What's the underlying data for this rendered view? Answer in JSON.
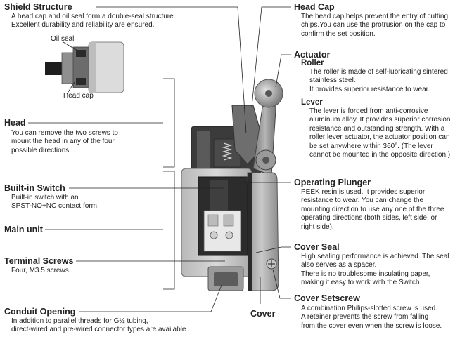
{
  "callouts": {
    "shield_structure": {
      "title": "Shield Structure",
      "lines": [
        "A head cap and oil seal form a double-seal structure.",
        "Excellent durability and reliability are ensured."
      ],
      "inset_labels": {
        "oil_seal": "Oil seal",
        "head_cap": "Head cap"
      }
    },
    "head": {
      "title": "Head",
      "lines": [
        "You can remove the two screws to",
        "mount the head in any of the four",
        "possible directions."
      ]
    },
    "builtin_switch": {
      "title": "Built-in Switch",
      "lines": [
        "Built-in switch with an",
        "SPST-NO+NC contact form."
      ]
    },
    "main_unit": {
      "title": "Main unit"
    },
    "terminal_screws": {
      "title": "Terminal Screws",
      "lines": [
        "Four, M3.5 screws."
      ]
    },
    "conduit_opening": {
      "title": "Conduit Opening",
      "lines": [
        "In addition to parallel threads for G½ tubing,",
        "direct-wired and pre-wired connector types are available."
      ]
    },
    "head_cap": {
      "title": "Head Cap",
      "lines": [
        "The head cap helps prevent the entry of cutting",
        "chips.You can use the protrusion on the cap to",
        "confirm the set position."
      ]
    },
    "actuator": {
      "title": "Actuator",
      "roller": {
        "title": "Roller",
        "lines": [
          "The roller is made of self-lubricating sintered",
          "stainless steel.",
          "It provides superior resistance to wear."
        ]
      },
      "lever": {
        "title": "Lever",
        "lines": [
          "The lever is forged from anti-corrosive",
          "aluminum alloy. It provides superior corrosion",
          "resistance and outstanding strength. With a",
          "roller lever actuator, the actuator position can",
          "be set anywhere within 360°. (The lever",
          "cannot be mounted in the opposite direction.)"
        ]
      }
    },
    "operating_plunger": {
      "title": "Operating Plunger",
      "lines": [
        "PEEK resin is used. It provides superior",
        "resistance to wear. You can change the",
        "mounting direction to use any one of the three",
        "operating directions (both sides, left side, or",
        "right side)."
      ]
    },
    "cover_seal": {
      "title": "Cover Seal",
      "lines": [
        "High sealing performance is achieved. The seal",
        "also serves as a spacer.",
        "There is no troublesome insulating paper,",
        "making it easy to work with the Switch."
      ]
    },
    "cover": {
      "title": "Cover"
    },
    "cover_setscrew": {
      "title": "Cover Setscrew",
      "lines": [
        "A combination Philips-slotted screw is used.",
        "A retainer prevents the screw from falling",
        "from the cover even when the screw is loose."
      ]
    }
  }
}
